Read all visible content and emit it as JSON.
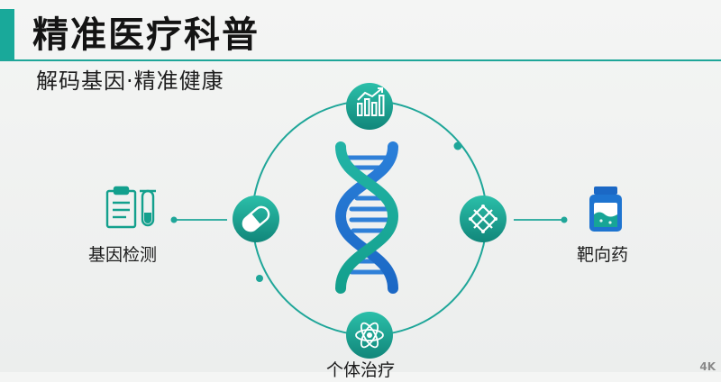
{
  "header": {
    "title": "精准医疗科普",
    "subtitle": "解码基因·精准健康"
  },
  "nodes": {
    "left": {
      "label": "基因检测",
      "icon": "clipboard-test-tube-icon"
    },
    "right": {
      "label": "靶向药",
      "icon": "medicine-bottle-icon"
    },
    "bottom": {
      "label": "个体治疗",
      "icon": "atom-icon"
    },
    "top": {
      "icon": "bar-chart-icon"
    },
    "ring_left": {
      "icon": "capsule-icon"
    },
    "ring_right": {
      "icon": "dna-cross-icon"
    },
    "center": {
      "icon": "dna-helix-icon"
    }
  },
  "watermark": "4K",
  "colors": {
    "accent": "#19a99a",
    "blue": "#2f80d8",
    "background": "#f0f1f0"
  }
}
